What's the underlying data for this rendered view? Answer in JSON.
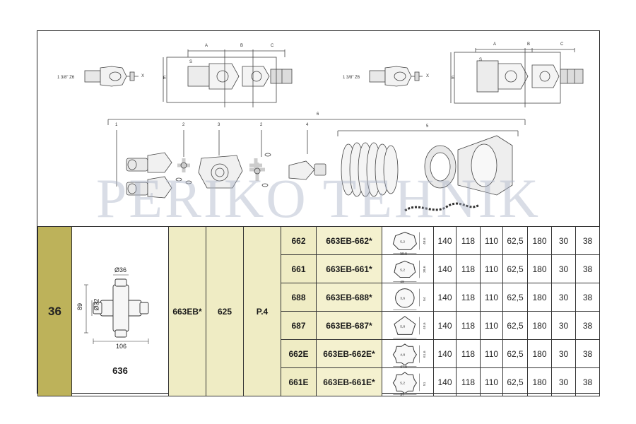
{
  "watermark": "PERIKO TEHNIK",
  "drawing": {
    "left_yoke_thread": "1 3/8\" Z6",
    "right_yoke_thread": "1 3/8\" Z6",
    "x_mark": "X",
    "dim_a": "A",
    "dim_b": "B",
    "dim_c": "C",
    "dim_e": "E",
    "dim_s": "S",
    "part_numbers": [
      "1",
      "2",
      "3",
      "2",
      "4",
      "5",
      "6"
    ]
  },
  "table": {
    "series": "36",
    "cross": {
      "code": "636",
      "dim_diameter_36": "Ø36",
      "dim_diameter_32": "Ø32",
      "dim_89": "89",
      "dim_106": "106"
    },
    "model": "663EB*",
    "col_625": "625",
    "col_p4": "P.4",
    "rows": [
      {
        "id": "662",
        "code": "663EB-662*",
        "p1": "5,2",
        "p2": "58,6",
        "p3": "48,6",
        "v": [
          "140",
          "118",
          "110",
          "62,5",
          "180",
          "30",
          "38"
        ]
      },
      {
        "id": "661",
        "code": "663EB-661*",
        "p1": "5,2",
        "p2": "49",
        "p3": "39,6",
        "v": [
          "140",
          "118",
          "110",
          "62,5",
          "180",
          "30",
          "38"
        ]
      },
      {
        "id": "688",
        "code": "663EB-688*",
        "p1": "3,6",
        "p2": "",
        "p3": "54",
        "v": [
          "140",
          "118",
          "110",
          "62,5",
          "180",
          "30",
          "38"
        ]
      },
      {
        "id": "687",
        "code": "663EB-687*",
        "p1": "5,8",
        "p2": "",
        "p3": "45,6",
        "v": [
          "140",
          "118",
          "110",
          "62,5",
          "180",
          "30",
          "38"
        ]
      },
      {
        "id": "662E",
        "code": "663EB-662E*",
        "p1": "4,8",
        "p2": "47,6",
        "p3": "61,6",
        "v": [
          "140",
          "118",
          "110",
          "62,5",
          "180",
          "30",
          "38"
        ]
      },
      {
        "id": "661E",
        "code": "663EB-661E*",
        "p1": "5,2",
        "p2": "37",
        "p3": "51",
        "v": [
          "140",
          "118",
          "110",
          "62,5",
          "180",
          "30",
          "38"
        ]
      }
    ]
  }
}
